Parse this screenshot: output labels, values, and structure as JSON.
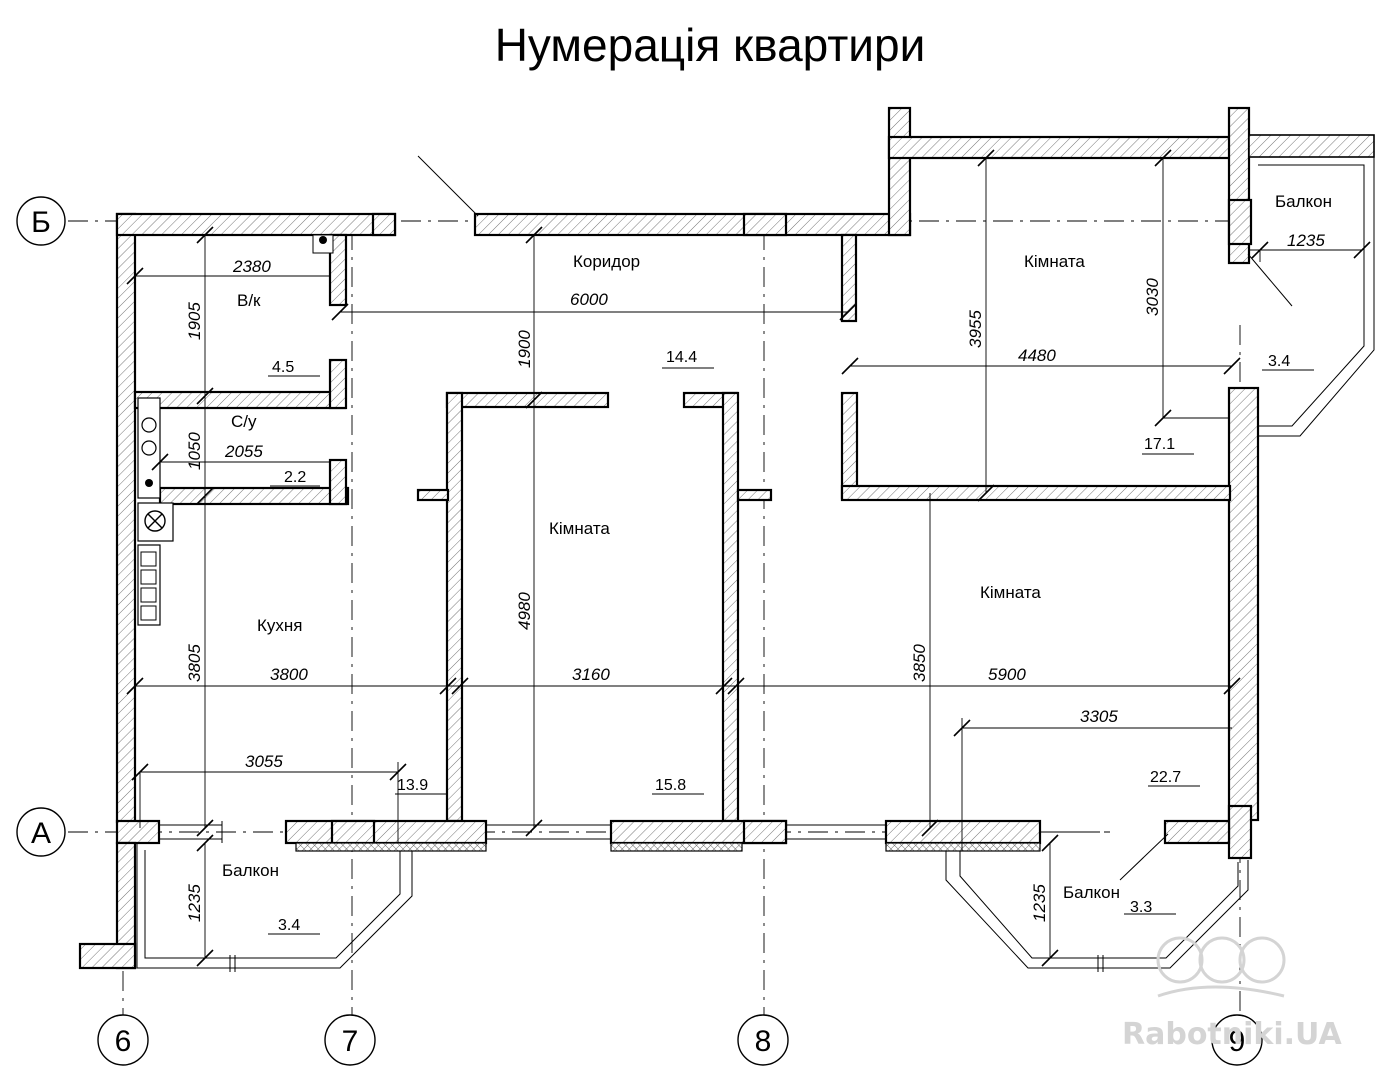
{
  "title": "Нумерація квартири",
  "axes": {
    "b": "Б",
    "a": "А",
    "c6": "6",
    "c7": "7",
    "c8": "8",
    "c9": "9"
  },
  "rooms": {
    "corridor": "Коридор",
    "bathroom": "В/к",
    "toilet": "С/у",
    "kitchen": "Кухня",
    "room_middle": "Кімната",
    "room_top_right": "Кімната",
    "room_bottom_right": "Кімната",
    "balcony_top_right": "Балкон",
    "balcony_bottom_left": "Балкон",
    "balcony_bottom_right": "Балкон"
  },
  "areas": {
    "bathroom": "4.5",
    "toilet": "2.2",
    "corridor": "14.4",
    "kitchen": "13.9",
    "room_middle": "15.8",
    "room_top_right": "17.1",
    "room_bottom_right": "22.7",
    "balcony_top_right": "3.4",
    "balcony_bottom_left": "3.4",
    "balcony_bottom_right": "3.3"
  },
  "dimensions": {
    "d2380": "2380",
    "d1905": "1905",
    "d6000": "6000",
    "d1900": "1900",
    "d2055": "2055",
    "d1050": "1050",
    "d3955": "3955",
    "d3030": "3030",
    "d4480": "4480",
    "d1235_top": "1235",
    "d4980": "4980",
    "d3805": "3805",
    "d3800": "3800",
    "d3160": "3160",
    "d3850": "3850",
    "d5900": "5900",
    "d3305": "3305",
    "d3055": "3055",
    "d1235_left": "1235",
    "d1235_right": "1235"
  },
  "watermark": "Rabotniki.UA"
}
